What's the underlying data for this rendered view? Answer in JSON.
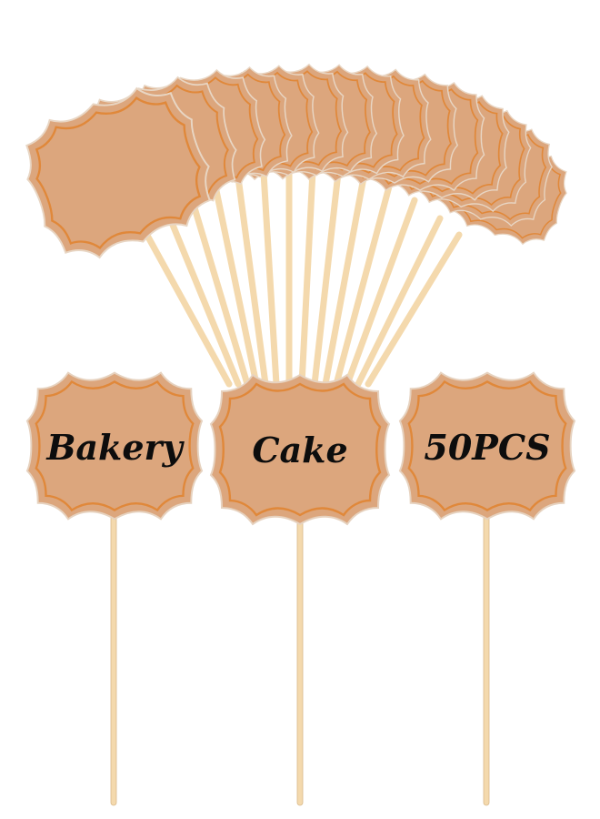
{
  "product": {
    "labels": [
      {
        "text": "Bakery"
      },
      {
        "text": "Cake"
      },
      {
        "text": "50PCS"
      }
    ]
  },
  "colors": {
    "kraft": "#dca67d",
    "kraft_shadow": "#c98f66",
    "border_line": "#e0883a",
    "stick": "#f4d9ad",
    "stick_edge": "#d9b88a",
    "text": "#0d0d0d",
    "background": "#ffffff"
  }
}
